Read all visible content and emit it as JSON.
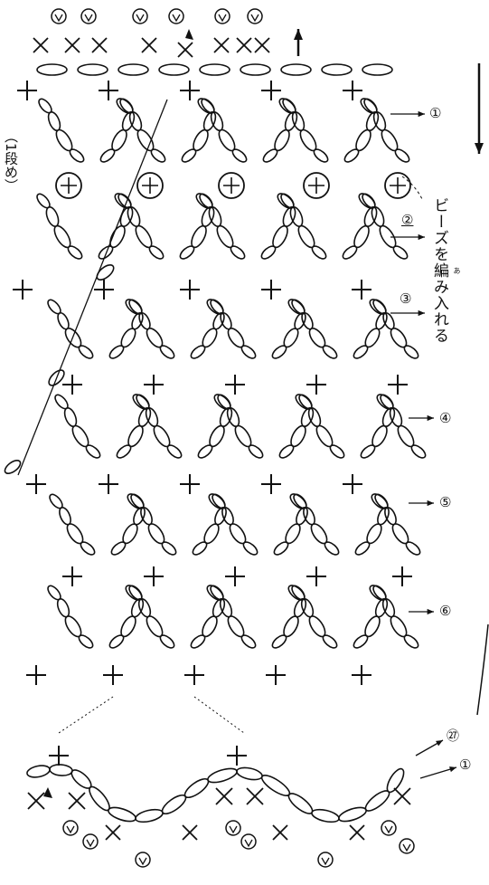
{
  "diagram": {
    "row_labels": [
      {
        "id": "row-1",
        "text": "①"
      },
      {
        "id": "row-2",
        "text": "②"
      },
      {
        "id": "row-3",
        "text": "③"
      },
      {
        "id": "row-4",
        "text": "④"
      },
      {
        "id": "row-5",
        "text": "⑤"
      },
      {
        "id": "row-6",
        "text": "⑥"
      },
      {
        "id": "row-27",
        "text": "㉗"
      },
      {
        "id": "row-edge-1",
        "text": "①"
      }
    ],
    "bead_note": "ビーズを編み入れる",
    "bead_note_ruby": "あ",
    "first_row_note": "（1段め）",
    "colors": {
      "ink": "#111111",
      "paper": "#ffffff"
    },
    "symbols": [
      "chain-stitch",
      "single-crochet",
      "bead-stitch",
      "picot",
      "start-mark",
      "direction-arrow"
    ]
  }
}
